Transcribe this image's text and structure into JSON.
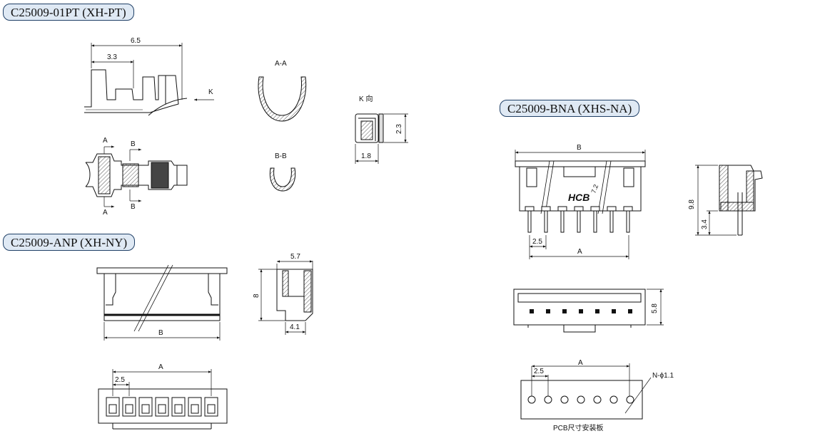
{
  "titles": {
    "pt": "C25009-01PT (XH-PT)",
    "anp": "C25009-ANP (XH-NY)",
    "bna": "C25009-BNA (XHS-NA)"
  },
  "pt_views": {
    "dim_total_length": "6.5",
    "dim_partial_length": "3.3",
    "view_arrow_k": "K",
    "section_a": "A",
    "section_b": "B",
    "section_aa_label": "A-A",
    "section_bb_label": "B-B",
    "k_view_label": "K 向",
    "k_view_height": "2.3",
    "k_view_width": "1.8"
  },
  "anp_views": {
    "dim_b": "B",
    "dim_height": "8",
    "dim_depth_top": "5.7",
    "dim_depth_bottom": "4.1",
    "dim_a": "A",
    "dim_pitch": "2.5"
  },
  "bna_views": {
    "dim_b": "B",
    "dim_7_2": "7.2",
    "brand_mark": "HCB",
    "dim_pitch": "2.5",
    "dim_a": "A",
    "dim_height": "9.8",
    "dim_pin": "3.4",
    "dim_depth": "5.8",
    "pcb_dim_a": "A",
    "pcb_pitch": "2.5",
    "pcb_hole": "N-ϕ1.1",
    "pcb_caption": "PCB尺寸安装板"
  }
}
